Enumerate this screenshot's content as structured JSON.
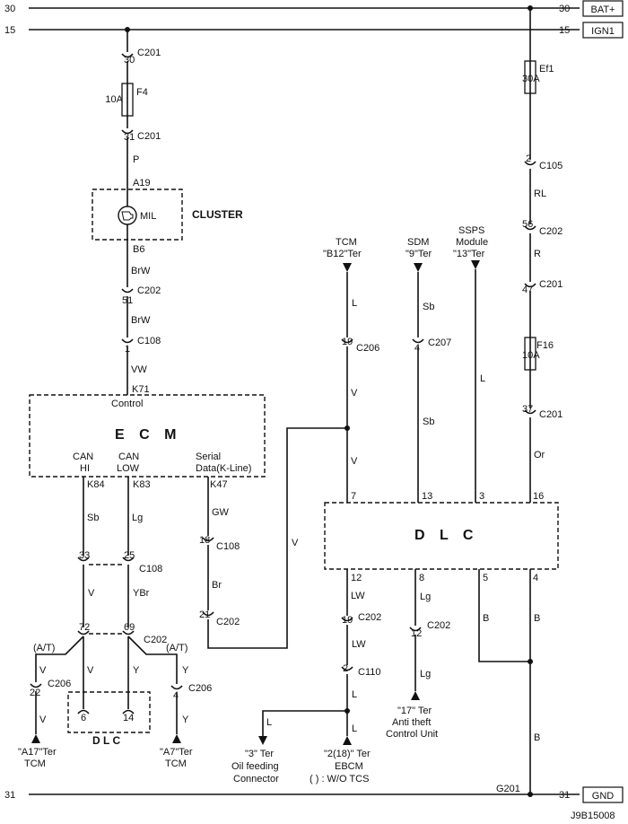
{
  "rails": {
    "bat": {
      "num": "30",
      "name": "BAT+"
    },
    "ign": {
      "num": "15",
      "name": "IGN1"
    },
    "gnd": {
      "num": "31",
      "name": "GND"
    }
  },
  "ground_point": "G201",
  "ref_code": "J9B15008",
  "left_branch": {
    "c201_top_pin": "30",
    "c201": "C201",
    "fuse_f4": {
      "name": "F4",
      "rating": "10A"
    },
    "c201_bot_pin": "31",
    "wire_p": "P",
    "cluster": {
      "pin_in": "A19",
      "lamp": "MIL",
      "name": "CLUSTER",
      "pin_out": "B6"
    },
    "wire_brw1": "BrW",
    "c202_pin": "51",
    "c202": "C202",
    "wire_brw2": "BrW",
    "c108_pin": "1",
    "c108": "C108",
    "wire_vw": "VW"
  },
  "ecm": {
    "name": "E C M",
    "control_pin": "K71",
    "control_label": "Control",
    "can_hi_label_1": "CAN",
    "can_hi_label_2": "HI",
    "can_low_label_1": "CAN",
    "can_low_label_2": "LOW",
    "serial_label_1": "Serial",
    "serial_label_2": "Data(K-Line)",
    "pin_hi": "K84",
    "pin_low": "K83",
    "pin_serial": "K47"
  },
  "can": {
    "wire_sb": "Sb",
    "wire_lg": "Lg",
    "c108_hi_pin": "33",
    "c108_low_pin": "25",
    "c108": "C108",
    "wire_v": "V",
    "wire_ybr": "YBr",
    "c202_hi_pin": "72",
    "c202_low_pin": "69",
    "c202": "C202",
    "at_left": "(A/T)",
    "at_right": "(A/T)",
    "wire_v_left": "V",
    "wire_v_mid": "V",
    "wire_y_mid": "Y",
    "wire_y_right": "Y",
    "c206_left_pin": "22",
    "c206_left": "C206",
    "c206_right_pin": "4",
    "c206_right": "C206",
    "wire_v_left_low": "V",
    "wire_y_right_low": "Y",
    "dlc_pin_6": "6",
    "dlc_pin_14": "14",
    "dlc_label": "D L C",
    "tcm_left_1": "\"A17\"Ter",
    "tcm_left_2": "TCM",
    "tcm_right_1": "\"A7\"Ter",
    "tcm_right_2": "TCM"
  },
  "serial": {
    "wire_gw": "GW",
    "c108_pin": "18",
    "c108": "C108",
    "wire_br": "Br",
    "c202_pin": "21",
    "c202": "C202",
    "wire_v": "V"
  },
  "tcm_top": {
    "label_1": "TCM",
    "label_2": "\"B12\"Ter",
    "wire_l": "L",
    "c206_pin": "19",
    "c206": "C206",
    "wire_v1": "V",
    "wire_v2": "V"
  },
  "sdm_top": {
    "label_1": "SDM",
    "label_2": "\"9\"Ter",
    "wire_sb1": "Sb",
    "c207_pin": "4",
    "c207": "C207",
    "wire_sb2": "Sb"
  },
  "ssps_top": {
    "label_1": "SSPS",
    "label_2": "Module",
    "label_3": "\"13\"Ter",
    "wire_l": "L"
  },
  "right_branch": {
    "fuse_ef1": {
      "name": "Ef1",
      "rating": "30A"
    },
    "c105_pin": "2",
    "c105": "C105",
    "wire_rl": "RL",
    "c202_pin": "56",
    "c202": "C202",
    "wire_r": "R",
    "c201_pin_a": "47",
    "c201_a": "C201",
    "fuse_f16": {
      "name": "F16",
      "rating": "10A"
    },
    "c201_pin_b": "37",
    "c201_b": "C201",
    "wire_or": "Or"
  },
  "dlc": {
    "name": "D L C",
    "pin_7": "7",
    "pin_13": "13",
    "pin_3": "3",
    "pin_16": "16",
    "pin_12": "12",
    "pin_8": "8",
    "pin_5": "5",
    "pin_4": "4"
  },
  "dlc_bottom": {
    "wire_lw1": "LW",
    "c202_pin": "19",
    "c202": "C202",
    "wire_lw2": "LW",
    "c110_pin": "2",
    "c110": "C110",
    "wire_l1": "L",
    "wire_l2": "L",
    "wire_l3": "L",
    "oil_1": "\"3\" Ter",
    "oil_2": "Oil feeding",
    "oil_3": "Connector",
    "ebcm_1": "\"2(18)\" Ter",
    "ebcm_2": "EBCM",
    "ebcm_3": "( ) : W/O TCS",
    "wire_lg1": "Lg",
    "c202_b_pin": "12",
    "c202_b": "C202",
    "wire_lg2": "Lg",
    "anti_1": "\"17\" Ter",
    "anti_2": "Anti theft",
    "anti_3": "Control Unit",
    "wire_b1": "B",
    "wire_b2": "B",
    "wire_b3": "B"
  }
}
